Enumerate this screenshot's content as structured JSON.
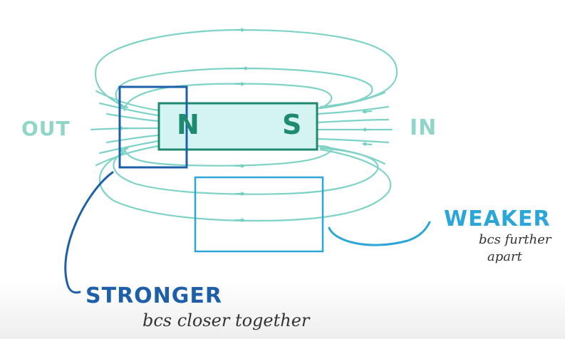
{
  "magnet": {
    "north_label": "N",
    "south_label": "S"
  },
  "labels": {
    "out": "OUT",
    "in": "IN",
    "stronger": "STRONGER",
    "stronger_note": "bcs closer together",
    "weaker": "WEAKER",
    "weaker_note_line1": "bcs further",
    "weaker_note_line2": "apart"
  },
  "colors": {
    "field_lines": "#7fd3c6",
    "magnet_fill": "#d4f3f3",
    "magnet_outline": "#1e8a6f",
    "pole_text": "#1e8a6f",
    "stronger_box": "#1d5fa8",
    "weaker_box": "#2aa6d8",
    "out_in_text": "#8fd6c8"
  }
}
